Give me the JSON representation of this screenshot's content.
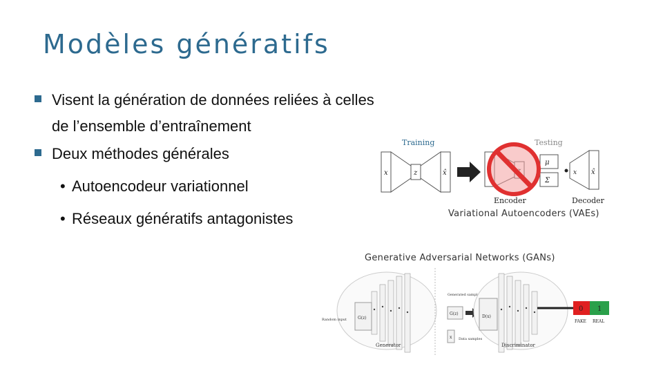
{
  "slide": {
    "title": "Modèles génératifs",
    "bullets": [
      "Visent la génération de données reliées à celles de l’ensemble d’entraînement",
      "Deux méthodes générales"
    ],
    "sub_bullets": [
      "Autoencodeur variationnel",
      "Réseaux génératifs antagonistes"
    ]
  },
  "vae_figure": {
    "caption": "Variational Autoencoders (VAEs)",
    "training_label": "Training",
    "testing_label": "Testing",
    "encoder_label": "Encoder",
    "decoder_label": "Decoder",
    "x_label": "x",
    "z_label": "z",
    "xhat_label": "x̂",
    "mu_label": "μ",
    "sigma_label": "Σ",
    "xn_label": "x",
    "colors": {
      "prohibit_red": "#e03030",
      "prohibit_fill": "#f4a0a0"
    }
  },
  "gan_figure": {
    "caption": "Generative Adversarial Networks (GANs)",
    "generator_label": "Generator",
    "discriminator_label": "Discriminator",
    "random_input_label": "Random input",
    "generated_samples_label": "Generated samples",
    "gz_label": "G(z)",
    "dx_label": "D(x)",
    "data_samples_label": "Data samples",
    "x_label": "x",
    "zero_label": "0",
    "one_label": "1",
    "fake_label": "FAKE",
    "real_label": "REAL",
    "colors": {
      "fake": "#e02020",
      "real": "#2aa04a"
    }
  }
}
